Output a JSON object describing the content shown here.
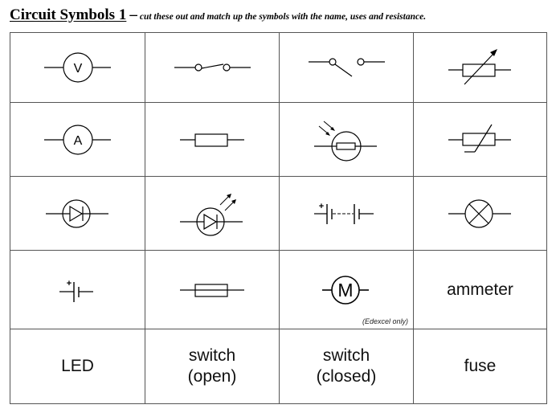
{
  "header": {
    "title": "Circuit Symbols 1",
    "dash": "–",
    "subtitle": "cut these out and match up the symbols with the name, uses and resistance."
  },
  "grid": {
    "rows": 5,
    "columns": 4,
    "cells": [
      [
        {
          "type": "symbol",
          "icon": "voltmeter-symbol-icon",
          "glyph": "V"
        },
        {
          "type": "symbol",
          "icon": "switch-closed-symbol-icon"
        },
        {
          "type": "symbol",
          "icon": "switch-open-symbol-icon"
        },
        {
          "type": "symbol",
          "icon": "variable-resistor-symbol-icon"
        }
      ],
      [
        {
          "type": "symbol",
          "icon": "ammeter-symbol-icon",
          "glyph": "A"
        },
        {
          "type": "symbol",
          "icon": "resistor-symbol-icon"
        },
        {
          "type": "symbol",
          "icon": "ldr-symbol-icon"
        },
        {
          "type": "symbol",
          "icon": "thermistor-symbol-icon"
        }
      ],
      [
        {
          "type": "symbol",
          "icon": "diode-symbol-icon"
        },
        {
          "type": "symbol",
          "icon": "led-symbol-icon"
        },
        {
          "type": "symbol",
          "icon": "battery-symbol-icon",
          "glyph": "+"
        },
        {
          "type": "symbol",
          "icon": "lamp-symbol-icon"
        }
      ],
      [
        {
          "type": "symbol",
          "icon": "cell-symbol-icon",
          "glyph": "+"
        },
        {
          "type": "symbol",
          "icon": "fuse-symbol-icon"
        },
        {
          "type": "symbol",
          "icon": "motor-symbol-icon",
          "glyph": "M",
          "note": "(Edexcel only)"
        },
        {
          "type": "label",
          "text": "ammeter"
        }
      ],
      [
        {
          "type": "label",
          "text": "LED"
        },
        {
          "type": "label",
          "text": "switch",
          "text2": "(open)"
        },
        {
          "type": "label",
          "text": "switch",
          "text2": "(closed)"
        },
        {
          "type": "label",
          "text": "fuse"
        }
      ]
    ]
  },
  "colors": {
    "ink": "#000000",
    "grid_line": "#555555",
    "background": "#ffffff"
  }
}
